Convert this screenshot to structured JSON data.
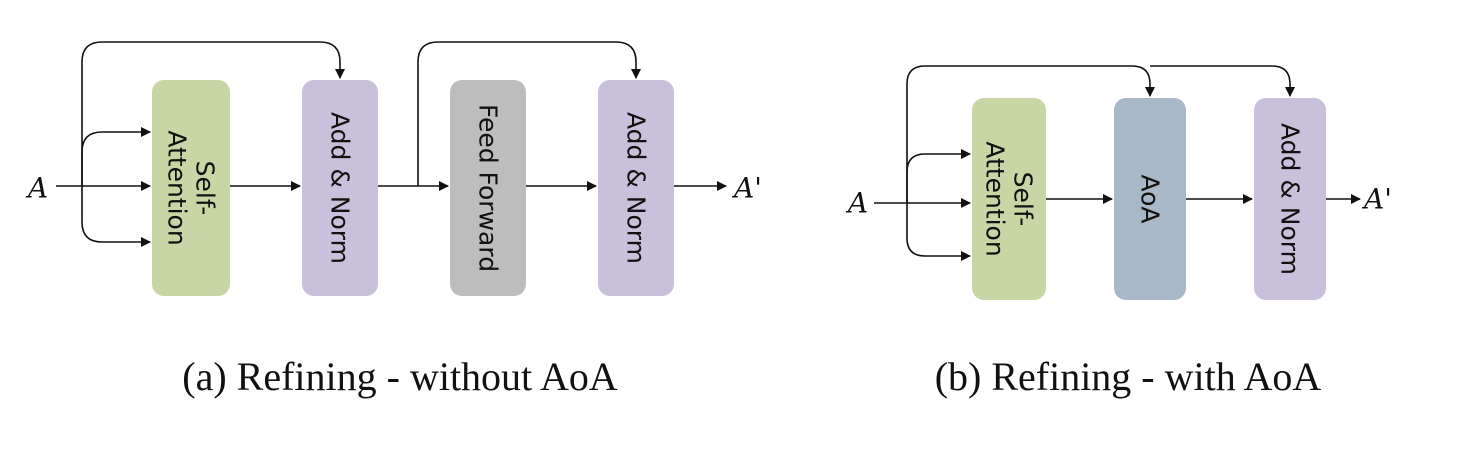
{
  "panels": {
    "a": {
      "caption": "(a)  Refining - without AoA",
      "input_label": "A",
      "output_label": "A'",
      "blocks": {
        "self_attention": {
          "label_line1": "Self-",
          "label_line2": "Attention"
        },
        "add_norm_1": {
          "label": "Add & Norm"
        },
        "feed_forward": {
          "label": "Feed Forward"
        },
        "add_norm_2": {
          "label": "Add & Norm"
        }
      }
    },
    "b": {
      "caption": "(b)  Refining - with AoA",
      "input_label": "A",
      "output_label": "A'",
      "blocks": {
        "self_attention": {
          "label_line1": "Self-",
          "label_line2": "Attention"
        },
        "aoa": {
          "label": "AoA"
        },
        "add_norm": {
          "label": "Add & Norm"
        }
      }
    }
  },
  "colors": {
    "self_attention": "#c8d6a6",
    "add_norm": "#c9c1dc",
    "feed_forward": "#bdbdbd",
    "aoa": "#a9b8c9",
    "line": "#111111"
  }
}
